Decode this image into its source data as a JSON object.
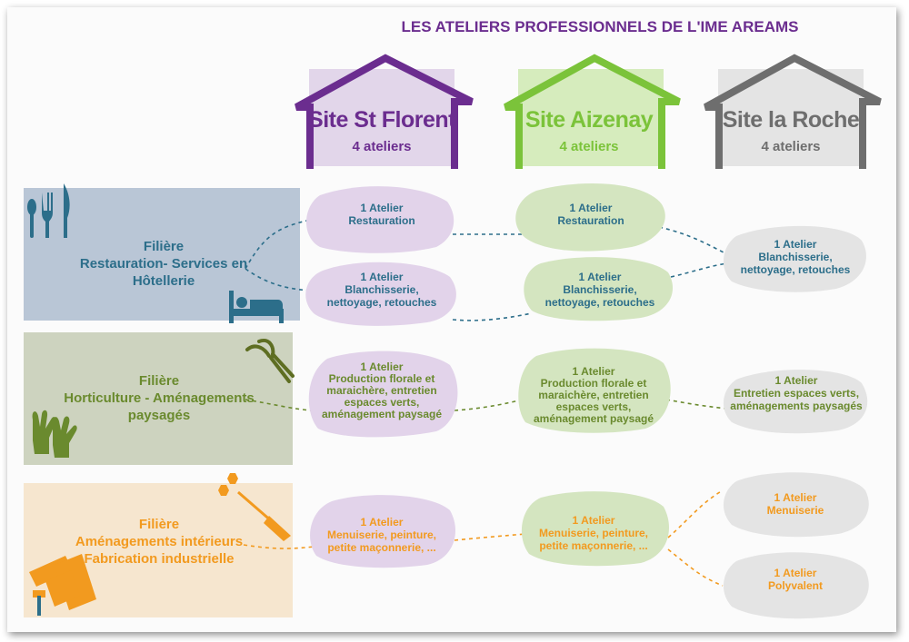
{
  "title": "LES ATELIERS PROFESSIONNELS DE L'IME AREAMS",
  "colors": {
    "purple": "#6b2d8f",
    "green": "#7bc33a",
    "gray": "#6e6e6e",
    "blue": "#2c6e8a",
    "olive": "#6a8a2e",
    "orange": "#f29a1f"
  },
  "sites": [
    {
      "name": "Site St Florent",
      "count": "4 ateliers"
    },
    {
      "name": "Site Aizenay",
      "count": "4 ateliers"
    },
    {
      "name": "Site la Roche",
      "count": "4 ateliers"
    }
  ],
  "filieres": [
    {
      "lines": [
        "Filière",
        "Restauration- Services en",
        "Hôtellerie"
      ],
      "icons": [
        "cutlery-icon",
        "bed-icon"
      ]
    },
    {
      "lines": [
        "Filière",
        "Horticulture - Aménagements",
        "paysagés"
      ],
      "icons": [
        "pruning-shears-icon",
        "gloves-icon"
      ]
    },
    {
      "lines": [
        "Filière",
        "Aménagements intérieurs",
        "Fabrication industrielle"
      ],
      "icons": [
        "screwdriver-icon",
        "wood-planks-icon",
        "hammer-icon"
      ]
    }
  ],
  "ateliers": {
    "stflorent_restauration": [
      "1 Atelier",
      "Restauration"
    ],
    "stflorent_blanchisserie": [
      "1 Atelier",
      "Blanchisserie,",
      "nettoyage, retouches"
    ],
    "aizenay_restauration": [
      "1 Atelier",
      "Restauration"
    ],
    "aizenay_blanchisserie": [
      "1 Atelier",
      "Blanchisserie,",
      "nettoyage, retouches"
    ],
    "laroche_blanchisserie": [
      "1 Atelier",
      "Blanchisserie,",
      "nettoyage, retouches"
    ],
    "stflorent_horticulture": [
      "1 Atelier",
      "Production florale et",
      "maraichère, entretien",
      "espaces verts,",
      "aménagement paysagé"
    ],
    "aizenay_horticulture": [
      "1 Atelier",
      "Production florale et",
      "maraichère, entretien",
      "espaces verts,",
      "aménagement paysagé"
    ],
    "laroche_horticulture": [
      "1 Atelier",
      "Entretien espaces verts,",
      "aménagements paysagés"
    ],
    "stflorent_menuiserie": [
      "1 Atelier",
      "Menuiserie, peinture,",
      "petite maçonnerie, ..."
    ],
    "aizenay_menuiserie": [
      "1 Atelier",
      "Menuiserie, peinture,",
      "petite maçonnerie, ..."
    ],
    "laroche_menuiserie": [
      "1 Atelier",
      "Menuiserie"
    ],
    "laroche_polyvalent": [
      "1 Atelier",
      "Polyvalent"
    ]
  }
}
